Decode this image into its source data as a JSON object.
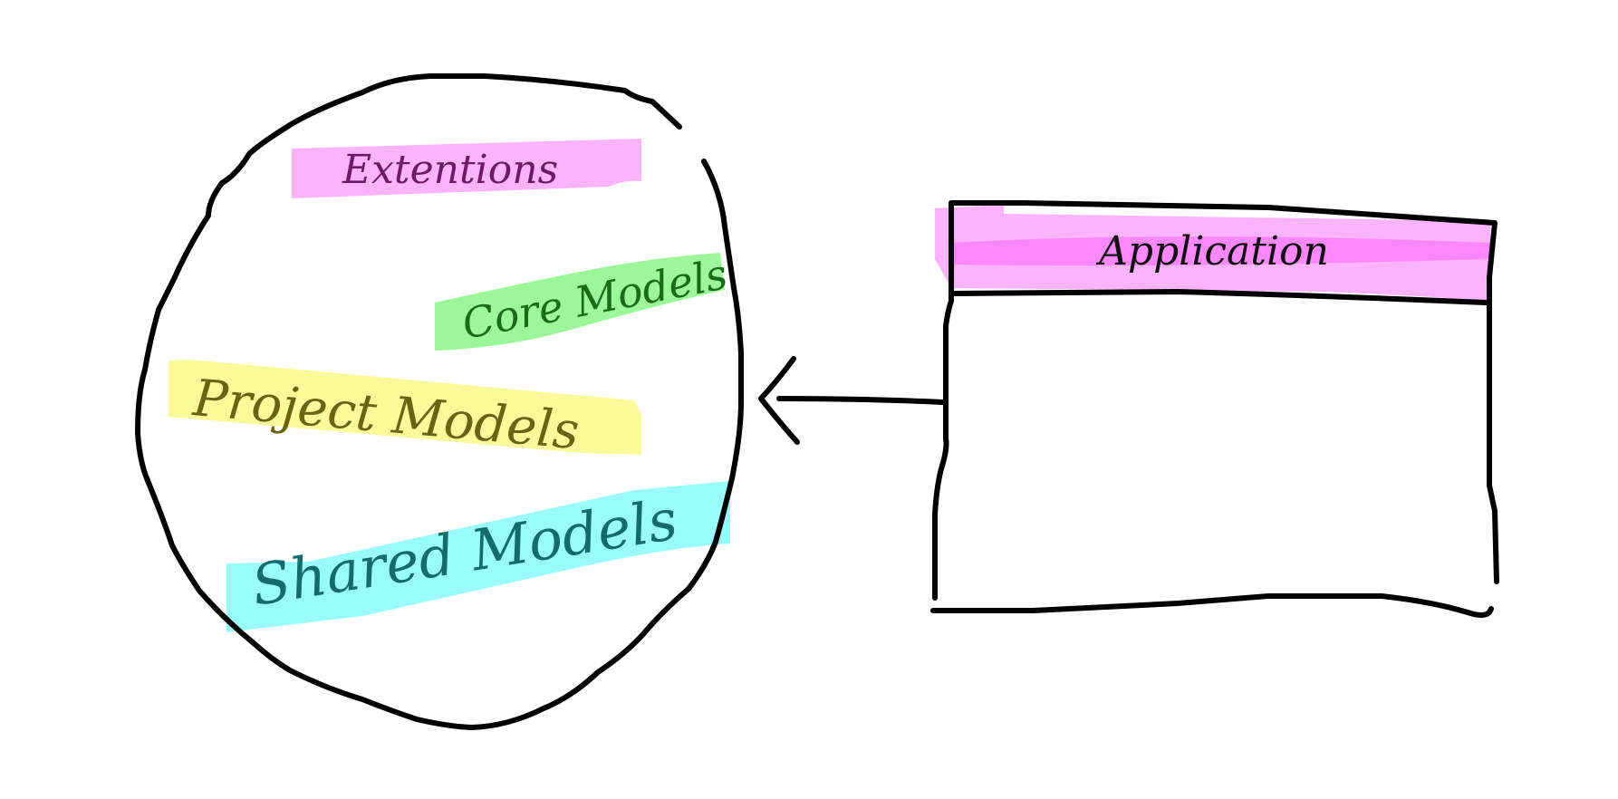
{
  "circle_labels": {
    "extensions": "Extentions",
    "core_models": "Core Models",
    "project_models": "Project Models",
    "shared_models": "Shared Models"
  },
  "application_box": {
    "title": "Application"
  },
  "colors": {
    "extensions_highlight": "#fbb3fb",
    "extensions_text": "#6b1a66",
    "core_models_highlight": "#9cf79a",
    "core_models_text": "#186b17",
    "project_models_highlight": "#fbfa9a",
    "project_models_text": "#6b6314",
    "shared_models_highlight": "#99fcfb",
    "shared_models_text": "#146b6b",
    "application_highlight": "#fbb3fb",
    "application_highlight_dark": "#fb88fb",
    "application_text": "#111111",
    "stroke": "#000000"
  }
}
